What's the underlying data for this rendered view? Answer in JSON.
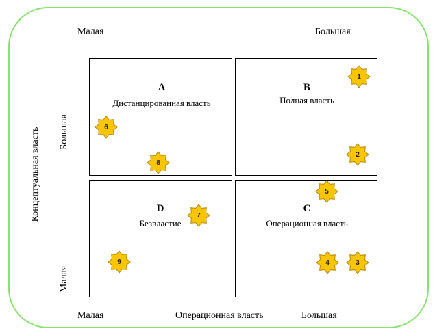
{
  "axis": {
    "top_left": "Малая",
    "top_right": "Большая",
    "left_title": "Концептуальная власть",
    "left_upper": "Большая",
    "left_lower": "Малая",
    "bottom_left": "Малая",
    "bottom_title": "Операционная власть",
    "bottom_right": "Большая"
  },
  "quadrants": {
    "a": {
      "letter": "A",
      "name": "Дистанцированная власть"
    },
    "b": {
      "letter": "B",
      "name": "Полная власть"
    },
    "c": {
      "letter": "C",
      "name": "Операционная власть"
    },
    "d": {
      "letter": "D",
      "name": "Безвластие"
    }
  },
  "badges": [
    "1",
    "2",
    "3",
    "4",
    "5",
    "6",
    "7",
    "8",
    "9"
  ],
  "colors": {
    "frame": "#86e36b",
    "badge_fill": "#f7c600",
    "badge_stroke": "#b8860b"
  }
}
